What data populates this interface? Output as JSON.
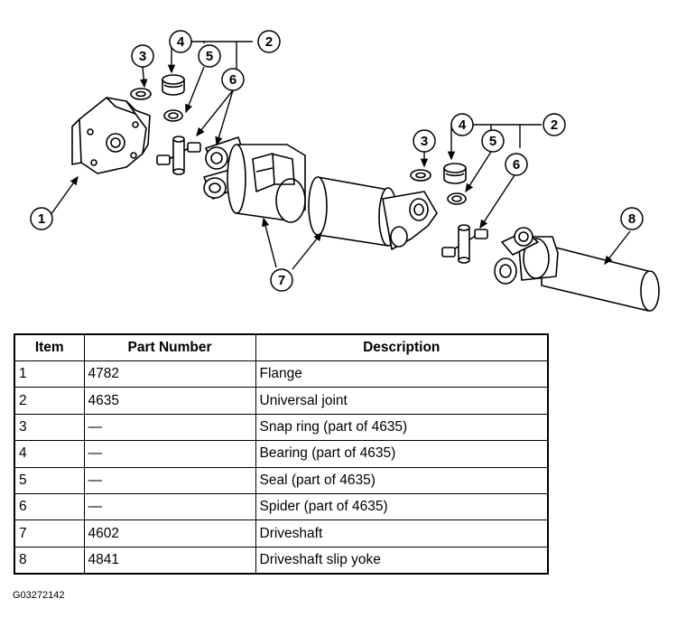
{
  "callouts": {
    "n1": "1",
    "n2": "2",
    "n3": "3",
    "n4": "4",
    "n5": "5",
    "n6": "6",
    "n7": "7",
    "n8": "8"
  },
  "table": {
    "headers": [
      "Item",
      "Part Number",
      "Description"
    ],
    "rows": [
      [
        "1",
        "4782",
        "Flange"
      ],
      [
        "2",
        "4635",
        "Universal joint"
      ],
      [
        "3",
        "—",
        "Snap ring (part of 4635)"
      ],
      [
        "4",
        "—",
        "Bearing (part of 4635)"
      ],
      [
        "5",
        "—",
        "Seal (part of 4635)"
      ],
      [
        "6",
        "—",
        "Spider (part of 4635)"
      ],
      [
        "7",
        "4602",
        "Driveshaft"
      ],
      [
        "8",
        "4841",
        "Driveshaft slip yoke"
      ]
    ]
  },
  "figure_id": "G03272142"
}
